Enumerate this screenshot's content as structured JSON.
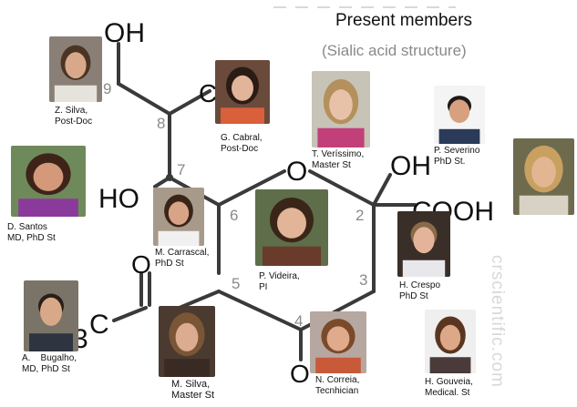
{
  "header": {
    "title": "Present members",
    "subtitle": "(Sialic acid structure)"
  },
  "watermark": "crscientific.com",
  "structure": {
    "labels": {
      "oh_top": "OH",
      "ho_left": "HO",
      "oh_right": "OH",
      "cooh": "COOH",
      "o_ring": "O",
      "o_bottom": "O",
      "o_amide": "O",
      "c_fragment": "C",
      "c_methyl": "C",
      "three_fragment": "3"
    },
    "carbon_numbers": [
      "9",
      "8",
      "7",
      "6",
      "5",
      "4",
      "3",
      "2"
    ]
  },
  "members": [
    {
      "id": "z-silva",
      "name": "Z. Silva,",
      "role": "Post-Doc",
      "hair": "#4a3424",
      "skin": "#d9a88a",
      "bg": "#8a7f76",
      "shirt": "#e6e2dc"
    },
    {
      "id": "g-cabral",
      "name": "G. Cabral,",
      "role": "Post-Doc",
      "hair": "#2a1c14",
      "skin": "#e2b49a",
      "bg": "#6a4a3a",
      "shirt": "#d9603a"
    },
    {
      "id": "t-verissimo",
      "name": "T. Veríssimo,",
      "role": "Master St",
      "hair": "#b4905c",
      "skin": "#e8c2a8",
      "bg": "#c7c3b6",
      "shirt": "#c2407a"
    },
    {
      "id": "p-severino",
      "name": "P. Severino",
      "role": "PhD St.",
      "hair": "#1e1a18",
      "skin": "#d7a07e",
      "bg": "#f4f4f4",
      "shirt": "#2a3a58"
    },
    {
      "id": "unnamed-member",
      "name": "",
      "role": "",
      "hair": "#c8a060",
      "skin": "#e3b592",
      "bg": "#6e6a4e",
      "shirt": "#d8d2c4"
    },
    {
      "id": "d-santos",
      "name": "D. Santos",
      "role": "MD, PhD St",
      "hair": "#3e2418",
      "skin": "#d4987a",
      "bg": "#6f8a5a",
      "shirt": "#8a3a9a"
    },
    {
      "id": "m-carrascal",
      "name": "M. Carrascal,",
      "role": "PhD St",
      "hair": "#3a2418",
      "skin": "#d8a488",
      "bg": "#a89a8a",
      "shirt": "#f0f0f0"
    },
    {
      "id": "p-videira",
      "name": "P. Videira,",
      "role": "PI",
      "hair": "#3a2618",
      "skin": "#e2b498",
      "bg": "#5e6e4a",
      "shirt": "#6a3a2a"
    },
    {
      "id": "h-crespo",
      "name": "H. Crespo",
      "role": "PhD St",
      "hair": "#8a6a48",
      "skin": "#e4b49a",
      "bg": "#3a2e28",
      "shirt": "#e8e8ec"
    },
    {
      "id": "a-bugalho",
      "name": "A.    Bugalho,",
      "role": "MD, PhD St",
      "hair": "#2a1e18",
      "skin": "#d8a888",
      "bg": "#7a7468",
      "shirt": "#2e3440"
    },
    {
      "id": "m-silva",
      "name": "M. Silva,",
      "role": "Master St",
      "hair": "#7a5636",
      "skin": "#dcac90",
      "bg": "#4a3a30",
      "shirt": "#3a2a24"
    },
    {
      "id": "n-correia",
      "name": "N. Correia,",
      "role": "Tecnhician",
      "hair": "#7a4a2a",
      "skin": "#e0aa8c",
      "bg": "#b6a8a0",
      "shirt": "#c85a3a"
    },
    {
      "id": "h-gouveia",
      "name": "H. Gouveia,",
      "role": "Medical. St",
      "hair": "#5a3620",
      "skin": "#dca888",
      "bg": "#efefef",
      "shirt": "#4a3a3a"
    }
  ]
}
